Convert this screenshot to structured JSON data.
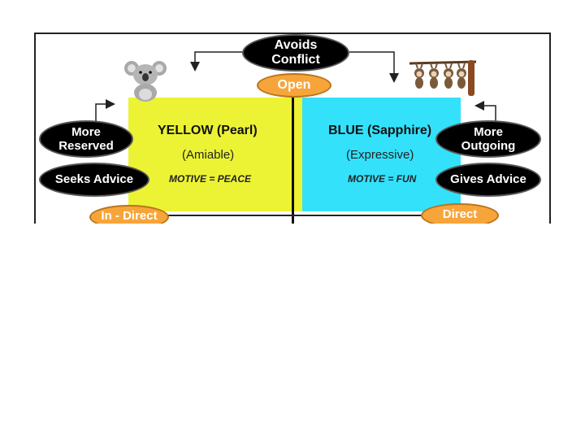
{
  "top_label": {
    "line1": "Avoids",
    "line2": "Conflict"
  },
  "open_label": "Open",
  "left_labels": {
    "more_reserved": {
      "line1": "More",
      "line2": "Reserved"
    },
    "seeks_advice": "Seeks Advice",
    "indirect": "In - Direct"
  },
  "right_labels": {
    "more_outgoing": {
      "line1": "More",
      "line2": "Outgoing"
    },
    "gives_advice": "Gives Advice",
    "direct": "Direct"
  },
  "yellow": {
    "title": "YELLOW (Pearl)",
    "subtitle": "(Amiable)",
    "motive": "MOTIVE = PEACE"
  },
  "blue": {
    "title": "BLUE (Sapphire)",
    "subtitle": "(Expressive)",
    "motive": "MOTIVE = FUN"
  },
  "colors": {
    "yellow": "#ecf334",
    "blue": "#33e1fb",
    "orange": "#f7a53a",
    "pill": "#000000"
  },
  "icons": {
    "left": "koala-icon",
    "right": "monkeys-icon"
  }
}
